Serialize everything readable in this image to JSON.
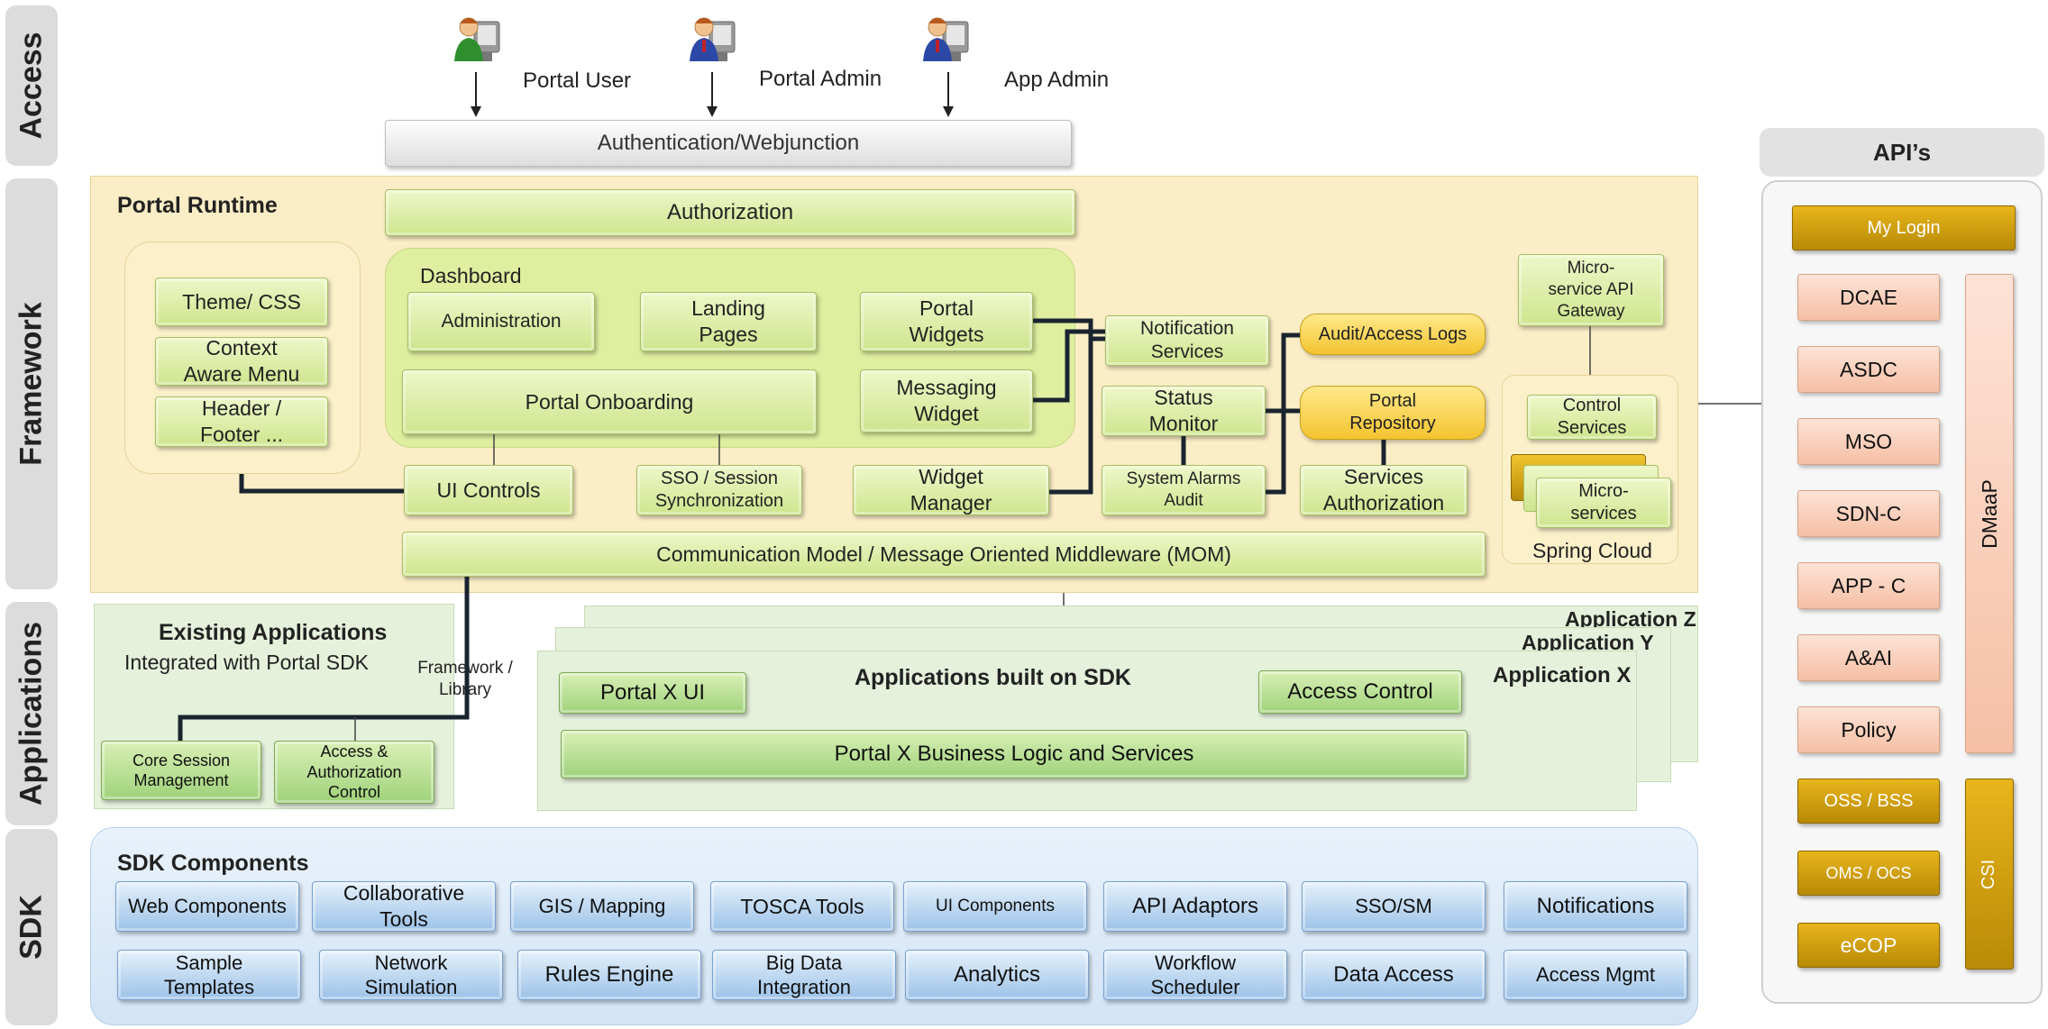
{
  "bands": {
    "access": "Access",
    "framework": "Framework",
    "applications": "Applications",
    "sdk": "SDK"
  },
  "access": {
    "users": [
      "Portal User",
      "Portal Admin",
      "App Admin"
    ],
    "auth": "Authentication/Webjunction"
  },
  "framework": {
    "title": "Portal Runtime",
    "authorization": "Authorization",
    "theme": [
      "Theme/ CSS",
      "Context\nAware Menu",
      "Header /\nFooter ..."
    ],
    "dashboard": {
      "title": "Dashboard",
      "administration": "Administration",
      "landing": "Landing\nPages",
      "widgets": "Portal\nWidgets",
      "onboarding": "Portal Onboarding",
      "messaging": "Messaging\nWidget"
    },
    "ui_controls": "UI Controls",
    "sso": "SSO / Session\nSynchronization",
    "widget_manager": "Widget\nManager",
    "notification": "Notification\nServices",
    "status_monitor": "Status\nMonitor",
    "system_alarms": "System Alarms\nAudit",
    "audit_logs": "Audit/Access Logs",
    "repository": "Portal\nRepository",
    "services_auth": "Services\nAuthorization",
    "api_gateway": "Micro-\nservice API\nGateway",
    "control_services": "Control\nServices",
    "micro_services": "Micro-\nservices",
    "spring_cloud": "Spring Cloud",
    "mom": "Communication Model / Message Oriented Middleware (MOM)"
  },
  "applications": {
    "existing_title": "Existing Applications",
    "existing_subtitle": "Integrated with Portal SDK",
    "framework_library": "Framework /\nLibrary",
    "core_session": "Core Session\nManagement",
    "access_auth": "Access &\nAuthorization\nControl",
    "app_z": "Application Z",
    "app_y": "Application Y",
    "app_x": "Application X",
    "built_title": "Applications built on SDK",
    "portal_x_ui": "Portal X UI",
    "access_control": "Access Control",
    "business_logic": "Portal X Business Logic and Services"
  },
  "sdk": {
    "title": "SDK Components",
    "row1": [
      "Web Components",
      "Collaborative\nTools",
      "GIS / Mapping",
      "TOSCA Tools",
      "UI Components",
      "API Adaptors",
      "SSO/SM",
      "Notifications"
    ],
    "row2": [
      "Sample\nTemplates",
      "Network\nSimulation",
      "Rules Engine",
      "Big Data\nIntegration",
      "Analytics",
      "Workflow\nScheduler",
      "Data Access",
      "Access Mgmt"
    ]
  },
  "apis": {
    "title": "API’s",
    "my_login": "My Login",
    "items": [
      "DCAE",
      "ASDC",
      "MSO",
      "SDN-C",
      "APP - C",
      "A&AI",
      "Policy"
    ],
    "dmaap": "DMaaP",
    "csi_items": [
      "OSS / BSS",
      "OMS / OCS",
      "eCOP"
    ],
    "csi": "CSI"
  },
  "colors": {
    "green_box": "#d8ea9c",
    "dark_green_box": "#b5df94",
    "yellow_db": "#f4c430",
    "sdk_blue": "#aacbed",
    "api_peach": "#f9cdb8",
    "csi_gold": "#c9980e",
    "cream_panel": "#fbedc6"
  }
}
